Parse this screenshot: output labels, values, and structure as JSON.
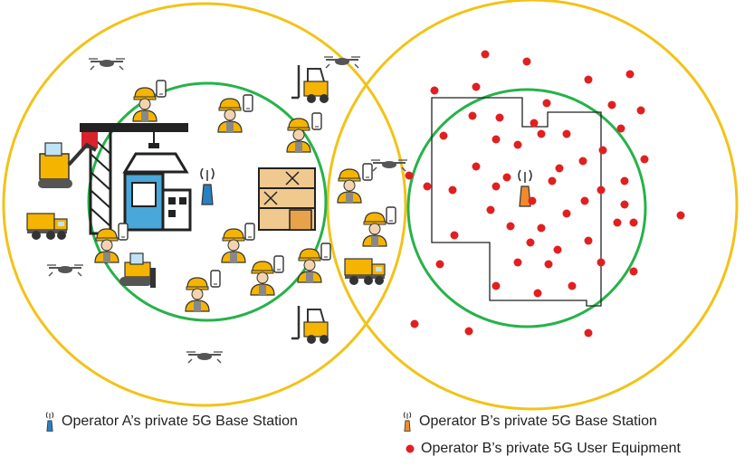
{
  "legend": {
    "operator_a_bs": "Operator A’s private 5G Base Station",
    "operator_b_bs": "Operator B’s private 5G Base Station",
    "operator_b_ue": "Operator B’s private 5G User Equipment"
  },
  "colors": {
    "macro_cell": "#f2c318",
    "private_cell": "#27b24a",
    "operator_a_bs": "#2a7fc0",
    "operator_b_bs": "#f08a2c",
    "user_equipment": "#e02020",
    "outline": "#222222"
  },
  "icons": {
    "operator_a": [
      "drone-icon",
      "worker-icon",
      "smartphone-icon",
      "forklift-icon",
      "crane-icon",
      "factory-icon",
      "excavator-icon",
      "dump-truck-icon",
      "bulldozer-icon",
      "warehouse-icon",
      "base-station-icon"
    ],
    "operator_b": [
      "base-station-icon",
      "user-equipment-dot"
    ]
  }
}
